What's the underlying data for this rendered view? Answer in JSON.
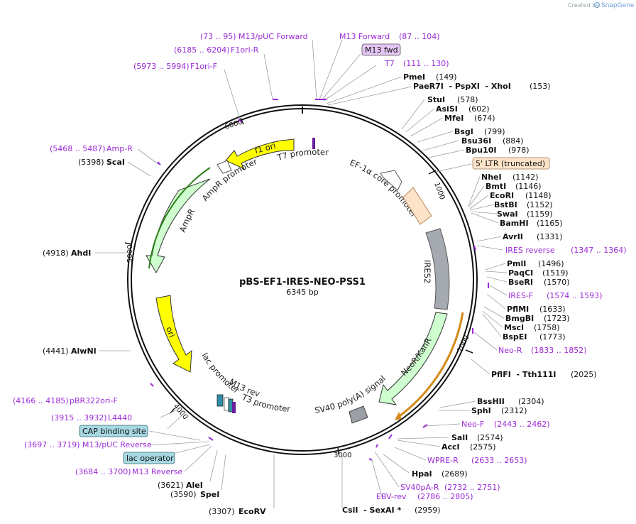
{
  "brand": {
    "created_by": "Created by",
    "name": "SnapGene"
  },
  "plasmid": {
    "name": "pBS-EF1-IRES-NEO-PSS1",
    "length": "6345 bp"
  },
  "colors": {
    "backbone": "#111111",
    "primer": "#9b2bd6",
    "ampr": "#cfffcf",
    "ori": "#ffff00",
    "ef1a": "#fde3c8",
    "ires": "#a5aab0",
    "neo": "#cfffcf",
    "f1ori": "#ffff00",
    "promoter": "#ffffff",
    "sv40": "#9aa0a6",
    "lacop": "#2e8fa6",
    "t7": "#6a1e9e"
  },
  "ticks": [
    {
      "bp": 1000,
      "label": "1000"
    },
    {
      "bp": 2000,
      "label": "2000"
    },
    {
      "bp": 3000,
      "label": "3000"
    },
    {
      "bp": 4000,
      "label": "4000"
    },
    {
      "bp": 5000,
      "label": "5000"
    },
    {
      "bp": 6000,
      "label": "6000"
    }
  ],
  "features": [
    {
      "name": "T7 promoter",
      "start": 110,
      "end": 130
    },
    {
      "name": "EF-1α core promoter",
      "start": 330,
      "end": 560
    },
    {
      "name": "5' LTR (truncated)",
      "start": 640,
      "end": 800
    },
    {
      "name": "IRES2",
      "start": 1160,
      "end": 1740
    },
    {
      "name": "NeoR/KanR",
      "start": 1780,
      "end": 2570
    },
    {
      "name": "SV40 poly(A) signal",
      "start": 2710,
      "end": 2830
    },
    {
      "name": "T3 promoter",
      "start": 3530,
      "end": 3560
    },
    {
      "name": "M13 rev",
      "start": 3570,
      "end": 3590
    },
    {
      "name": "lac operator",
      "start": 3605,
      "end": 3625
    },
    {
      "name": "lac promoter",
      "start": 3640,
      "end": 3670
    },
    {
      "name": "CAP binding site",
      "start": 3690,
      "end": 3710
    },
    {
      "name": "ori",
      "start": 3930,
      "end": 4500
    },
    {
      "name": "AmpR",
      "start": 4690,
      "end": 5550
    },
    {
      "name": "AmpR promoter",
      "start": 5550,
      "end": 5650
    },
    {
      "name": "f1 ori",
      "start": 5760,
      "end": 6200
    }
  ],
  "sites": [
    {
      "name": "PmeI",
      "pos": "(149)",
      "color": "#111111"
    },
    {
      "name": "PaeR7I  - PspXI  - XhoI",
      "pos": "(153)",
      "color": "#111111"
    },
    {
      "name": "StuI",
      "pos": "(578)",
      "color": "#111111"
    },
    {
      "name": "AsiSI",
      "pos": "(602)",
      "color": "#111111"
    },
    {
      "name": "MfeI",
      "pos": "(674)",
      "color": "#111111"
    },
    {
      "name": "BsgI",
      "pos": "(799)",
      "color": "#111111"
    },
    {
      "name": "Bsu36I",
      "pos": "(884)",
      "color": "#111111"
    },
    {
      "name": "Bpu10I",
      "pos": "(978)",
      "color": "#111111"
    },
    {
      "name": "NheI",
      "pos": "(1142)",
      "color": "#111111"
    },
    {
      "name": "BmtI",
      "pos": "(1146)",
      "color": "#111111"
    },
    {
      "name": "EcoRI",
      "pos": "(1148)",
      "color": "#111111"
    },
    {
      "name": "BstBI",
      "pos": "(1152)",
      "color": "#111111"
    },
    {
      "name": "SwaI",
      "pos": "(1159)",
      "color": "#111111"
    },
    {
      "name": "BamHI",
      "pos": "(1165)",
      "color": "#111111"
    },
    {
      "name": "AvrII",
      "pos": "(1331)",
      "color": "#111111"
    },
    {
      "name": "PmlI",
      "pos": "(1496)",
      "color": "#111111"
    },
    {
      "name": "PaqCI",
      "pos": "(1519)",
      "color": "#111111"
    },
    {
      "name": "BseRI",
      "pos": "(1570)",
      "color": "#111111"
    },
    {
      "name": "PflMI",
      "pos": "(1633)",
      "color": "#111111"
    },
    {
      "name": "BmgBI",
      "pos": "(1723)",
      "color": "#111111"
    },
    {
      "name": "MscI",
      "pos": "(1758)",
      "color": "#111111"
    },
    {
      "name": "BspEI",
      "pos": "(1773)",
      "color": "#111111"
    },
    {
      "name": "PflFI  - Tth111I",
      "pos": "(2025)",
      "color": "#111111"
    },
    {
      "name": "BssHII",
      "pos": "(2304)",
      "color": "#111111"
    },
    {
      "name": "SphI",
      "pos": "(2312)",
      "color": "#111111"
    },
    {
      "name": "SalI",
      "pos": "(2574)",
      "color": "#111111"
    },
    {
      "name": "AccI",
      "pos": "(2575)",
      "color": "#111111"
    },
    {
      "name": "HpaI",
      "pos": "(2689)",
      "color": "#111111"
    },
    {
      "name": "CsiI  - SexAI *",
      "pos": "(2959)",
      "color": "#111111"
    },
    {
      "name": "EcoRV",
      "pos": "(3307)",
      "color": "#111111"
    },
    {
      "name": "SpeI",
      "pos": "(3590)",
      "color": "#111111"
    },
    {
      "name": "AleI",
      "pos": "(3621)",
      "color": "#111111"
    },
    {
      "name": "AlwNI",
      "pos": "(4441)",
      "color": "#111111"
    },
    {
      "name": "AhdI",
      "pos": "(4918)",
      "color": "#111111"
    },
    {
      "name": "ScaI",
      "pos": "(5398)",
      "color": "#111111"
    }
  ],
  "primers": [
    {
      "name": "M13/pUC Forward",
      "range": "(73 .. 95)"
    },
    {
      "name": "M13 Forward",
      "range": "(87 .. 104)"
    },
    {
      "name": "F1ori-R",
      "range": "(6185 .. 6204)"
    },
    {
      "name": "F1ori-F",
      "range": "(5973 .. 5994)"
    },
    {
      "name": "T7",
      "range": "(111 .. 130)"
    },
    {
      "name": "M13 fwd",
      "range": ""
    },
    {
      "name": "IRES reverse",
      "range": "(1347 .. 1364)"
    },
    {
      "name": "IRES-F",
      "range": "(1574 .. 1593)"
    },
    {
      "name": "Neo-R",
      "range": "(1833 .. 1852)"
    },
    {
      "name": "Neo-F",
      "range": "(2443 .. 2462)"
    },
    {
      "name": "WPRE-R",
      "range": "(2633 .. 2653)"
    },
    {
      "name": "SV40pA-R",
      "range": "(2732 .. 2751)"
    },
    {
      "name": "EBV-rev",
      "range": "(2786 .. 2805)"
    },
    {
      "name": "Amp-R",
      "range": "(5468 .. 5487)"
    },
    {
      "name": "pBR322ori-F",
      "range": "(4166 .. 4185)"
    },
    {
      "name": "L4440",
      "range": "(3915 .. 3932)"
    },
    {
      "name": "M13/pUC Reverse",
      "range": "(3697 .. 3719)"
    },
    {
      "name": "M13 Reverse",
      "range": "(3684 .. 3700)"
    }
  ],
  "boxes": {
    "m13fwd": "M13 fwd",
    "ltr": "5' LTR (truncated)",
    "cap": "CAP binding site",
    "lacop": "lac operator"
  }
}
